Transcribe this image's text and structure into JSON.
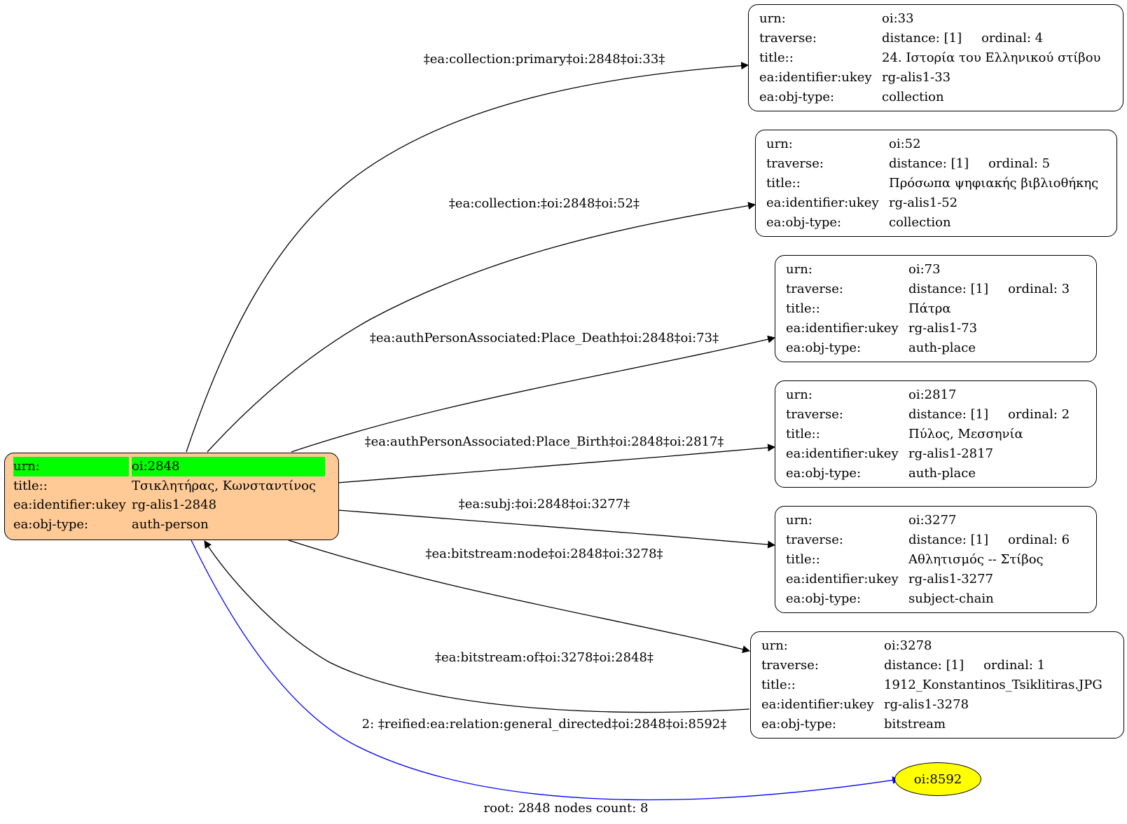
{
  "root": {
    "rows": [
      {
        "key": "urn:",
        "value": "oi:2848"
      },
      {
        "key": "title::",
        "value": "Τσικλητήρας, Κωνσταντίνος"
      },
      {
        "key": "ea:identifier:ukey",
        "value": "rg-alis1-2848"
      },
      {
        "key": "ea:obj-type:",
        "value": "auth-person"
      }
    ]
  },
  "nodes": [
    {
      "urn": "oi:33",
      "distance": "distance: [1]",
      "ordinal": "ordinal: 4",
      "title": "24. Ιστορία του Ελληνικού  στίβου",
      "ukey": "rg-alis1-33",
      "type": "collection"
    },
    {
      "urn": "oi:52",
      "distance": "distance: [1]",
      "ordinal": "ordinal: 5",
      "title": "Πρόσωπα ψηφιακής βιβλιοθήκης",
      "ukey": "rg-alis1-52",
      "type": "collection"
    },
    {
      "urn": "oi:73",
      "distance": "distance: [1]",
      "ordinal": "ordinal: 3",
      "title": "Πάτρα",
      "ukey": "rg-alis1-73",
      "type": "auth-place"
    },
    {
      "urn": "oi:2817",
      "distance": "distance: [1]",
      "ordinal": "ordinal: 2",
      "title": "Πύλος, Μεσσηνία",
      "ukey": "rg-alis1-2817",
      "type": "auth-place"
    },
    {
      "urn": "oi:3277",
      "distance": "distance: [1]",
      "ordinal": "ordinal: 6",
      "title": "Αθλητισμός -- Στίβος",
      "ukey": "rg-alis1-3277",
      "type": "subject-chain"
    },
    {
      "urn": "oi:3278",
      "distance": "distance: [1]",
      "ordinal": "ordinal: 1",
      "title": "1912_Konstantinos_Tsiklitiras.JPG",
      "ukey": "rg-alis1-3278",
      "type": "bitstream"
    }
  ],
  "field_labels": {
    "urn": "urn:",
    "traverse": "traverse:",
    "title": "title::",
    "ukey": "ea:identifier:ukey",
    "type": "ea:obj-type:"
  },
  "ellipse_node": {
    "label": "oi:8592",
    "fill": "#ffff00"
  },
  "edges": [
    "‡ea:collection:primary‡oi:2848‡oi:33‡",
    "‡ea:collection:‡oi:2848‡oi:52‡",
    "‡ea:authPersonAssociated:Place_Death‡oi:2848‡oi:73‡",
    "‡ea:authPersonAssociated:Place_Birth‡oi:2848‡oi:2817‡",
    "‡ea:subj:‡oi:2848‡oi:3277‡",
    "‡ea:bitstream:node‡oi:2848‡oi:3278‡",
    "‡ea:bitstream:of‡oi:3278‡oi:2848‡",
    "2: ‡reified:ea:relation:general_directed‡oi:2848‡oi:8592‡"
  ],
  "footer": "root: 2848 nodes count: 8",
  "colors": {
    "root_fill": "#ffca96",
    "highlight": "#00ff00",
    "reified_edge": "#0000ff"
  }
}
